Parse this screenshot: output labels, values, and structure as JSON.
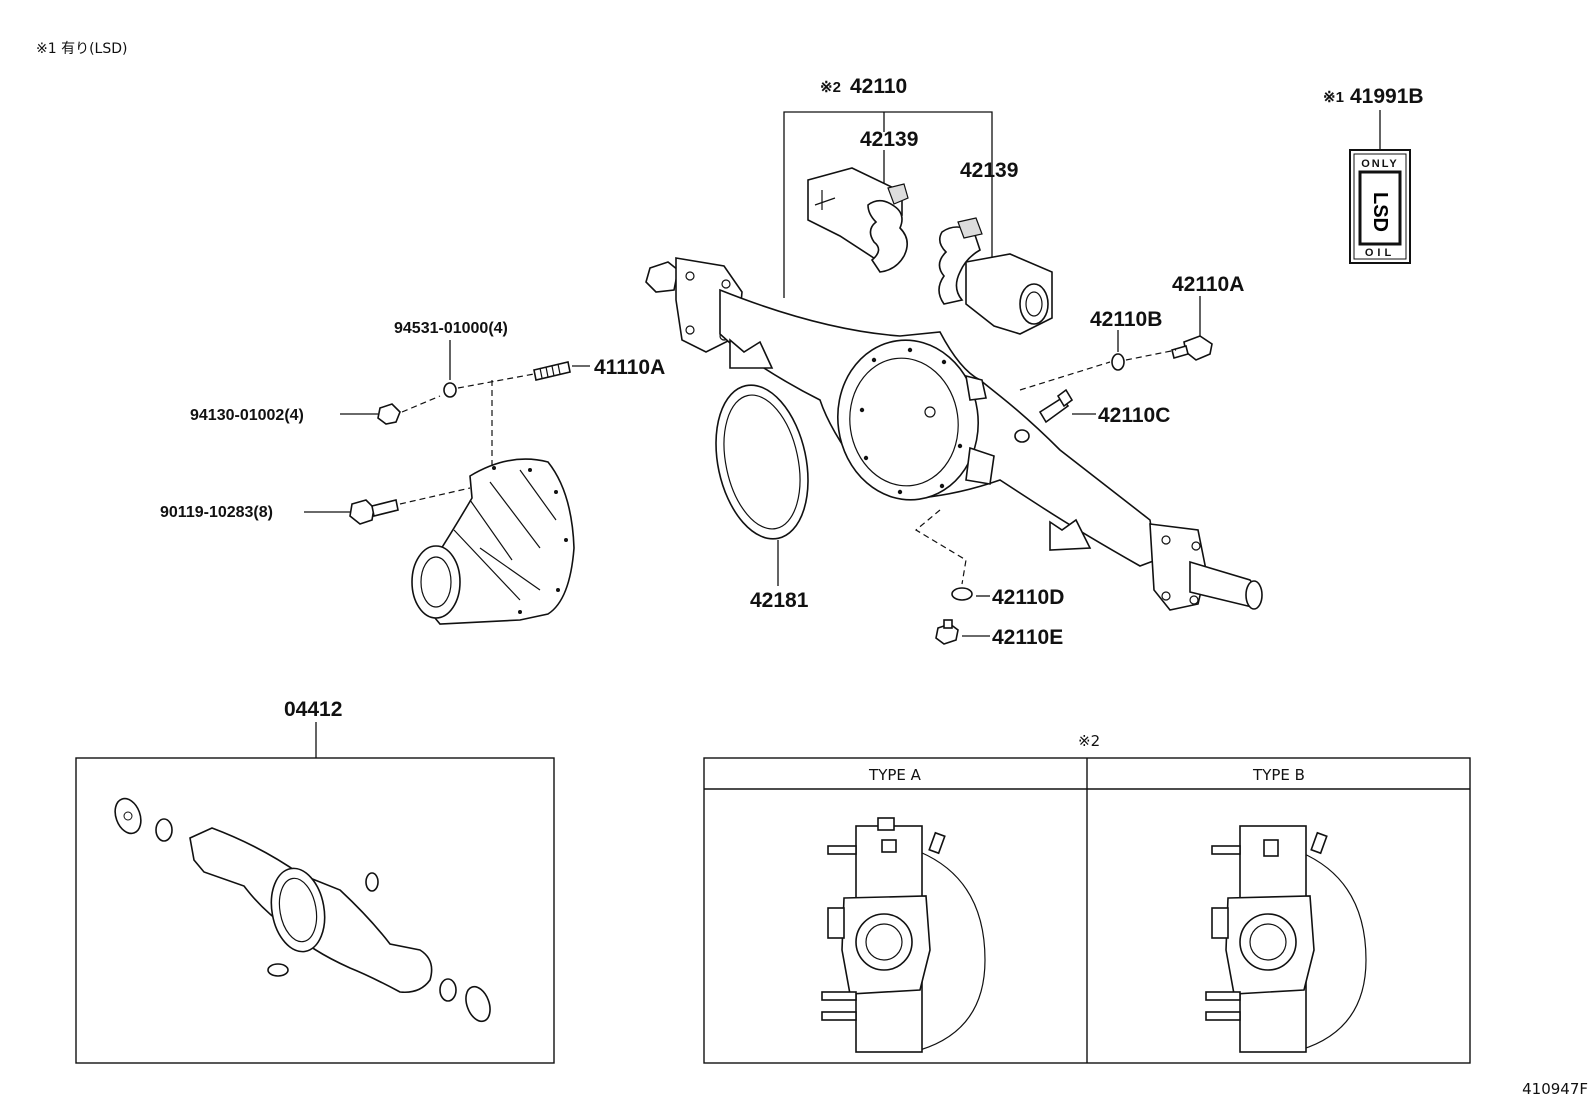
{
  "note_top": "※1 有り(LSD)",
  "diagram_ref": "410947F",
  "parts": {
    "p42110": {
      "prefix": "※2",
      "number": "42110"
    },
    "p42139_left": "42139",
    "p42139_right": "42139",
    "p41991B": {
      "prefix": "※1",
      "number": "41991B"
    },
    "p42110A": "42110A",
    "p42110B": "42110B",
    "p42110C": "42110C",
    "p42110D": "42110D",
    "p42110E": "42110E",
    "p42181": "42181",
    "p94531": "94531-01000(4)",
    "p41110A": "41110A",
    "p94130": "94130-01002(4)",
    "p90119": "90119-10283(8)",
    "p04412": "04412"
  },
  "lsd_badge": {
    "top": "ONLY",
    "middle": "LSD",
    "bottom": "OIL"
  },
  "type_table": {
    "ref": "※2",
    "col_a": "TYPE A",
    "col_b": "TYPE B"
  }
}
